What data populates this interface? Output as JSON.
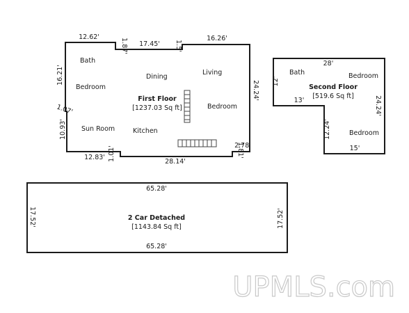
{
  "first_floor": {
    "title": "First Floor",
    "area": "[1237.03 Sq ft]",
    "rooms": {
      "bath": "Bath",
      "bedroom_left": "Bedroom",
      "dining": "Dining",
      "living": "Living",
      "bedroom_right": "Bedroom",
      "sun_room": "Sun Room",
      "kitchen": "Kitchen"
    },
    "dims": {
      "top_left": "12.62'",
      "top_step_left": "1.87'",
      "top_middle": "17.45'",
      "top_step_right": "1.5'",
      "top_right": "16.26'",
      "left_upper": "16.21'",
      "left_step": "1.07'",
      "left_lower": "10.93'",
      "right": "24.24'",
      "bottom_left": "12.83'",
      "bottom_step_left": "1.01'",
      "bottom": "28.14'",
      "bottom_step_right_a": "1.81'",
      "bottom_step_right_b": "2.78'"
    }
  },
  "second_floor": {
    "title": "Second Floor",
    "area": "[519.6 Sq ft]",
    "rooms": {
      "bath": "Bath",
      "bedroom_top": "Bedroom",
      "bedroom_bottom": "Bedroom"
    },
    "dims": {
      "top": "28'",
      "left": "12'",
      "inner_horizontal": "13'",
      "inner_vertical": "12.24'",
      "right": "24.24'",
      "bottom": "15'"
    }
  },
  "garage": {
    "title": "2 Car Detached",
    "area": "[1143.84 Sq ft]",
    "dims": {
      "top": "65.28'",
      "bottom": "65.28'",
      "left": "17.52'",
      "right": "17.52'"
    }
  },
  "watermark": "UPMLS.com"
}
